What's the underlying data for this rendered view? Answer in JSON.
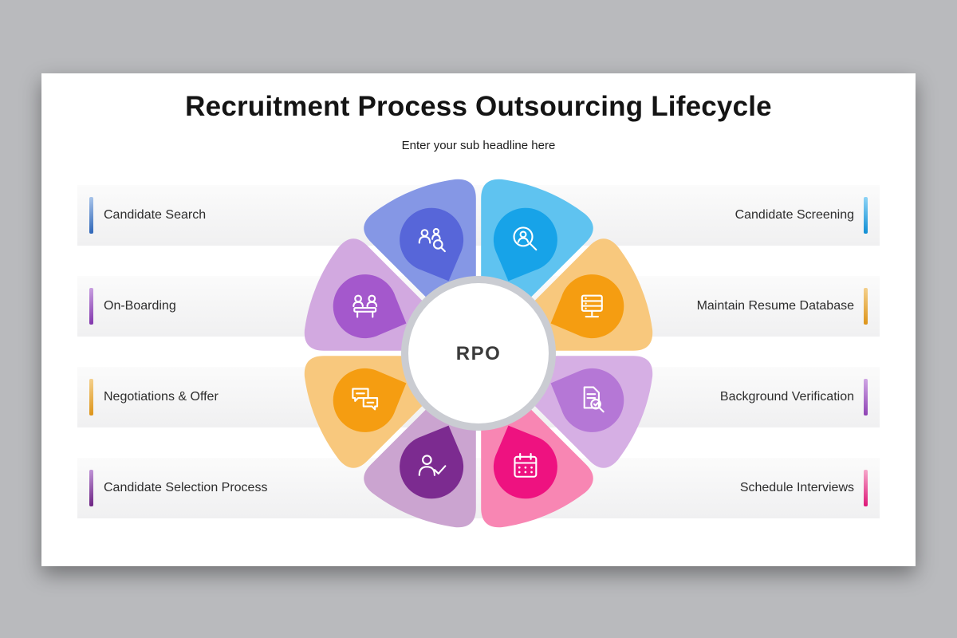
{
  "slide": {
    "title": "Recruitment Process Outsourcing Lifecycle",
    "subtitle": "Enter your sub headline here"
  },
  "center": {
    "label": "RPO"
  },
  "rows": {
    "left": [
      {
        "label": "Candidate Search",
        "accent_from": "#a8c4ea",
        "accent_to": "#2e66b8"
      },
      {
        "label": "On-Boarding",
        "accent_from": "#c89fe0",
        "accent_to": "#8236ad"
      },
      {
        "label": "Negotiations & Offer",
        "accent_from": "#f4d08c",
        "accent_to": "#dd9418"
      },
      {
        "label": "Candidate Selection Process",
        "accent_from": "#bf93d6",
        "accent_to": "#6d2383"
      }
    ],
    "right": [
      {
        "label": "Candidate Screening",
        "accent_from": "#8ed4f6",
        "accent_to": "#0f8ed4"
      },
      {
        "label": "Maintain Resume Database",
        "accent_from": "#f4d08c",
        "accent_to": "#dd9418"
      },
      {
        "label": "Background Verification",
        "accent_from": "#cfa6e4",
        "accent_to": "#8f42b4"
      },
      {
        "label": "Schedule Interviews",
        "accent_from": "#f6a8cb",
        "accent_to": "#dd1677"
      }
    ]
  },
  "wheel": {
    "segments": [
      {
        "name": "candidate-screening",
        "petal": "#5fc3f0",
        "pin": "#17a3e8",
        "icon": "search-person"
      },
      {
        "name": "maintain-resume-database",
        "petal": "#f8c87d",
        "pin": "#f59d11",
        "icon": "server"
      },
      {
        "name": "background-verification",
        "petal": "#d6afe4",
        "pin": "#b577d6",
        "icon": "document-search"
      },
      {
        "name": "schedule-interviews",
        "petal": "#f886b3",
        "pin": "#ee1280",
        "icon": "calendar"
      },
      {
        "name": "candidate-selection-process",
        "petal": "#cba4d0",
        "pin": "#7c2b90",
        "icon": "person-check"
      },
      {
        "name": "negotiations-offer",
        "petal": "#f8c87d",
        "pin": "#f59d11",
        "icon": "chat"
      },
      {
        "name": "on-boarding",
        "petal": "#d2a9e0",
        "pin": "#a458cc",
        "icon": "meeting"
      },
      {
        "name": "candidate-search",
        "petal": "#8597e5",
        "pin": "#5766d9",
        "icon": "people-search"
      }
    ],
    "ring_color": "#caccd2",
    "center_fill": "#ffffff"
  }
}
